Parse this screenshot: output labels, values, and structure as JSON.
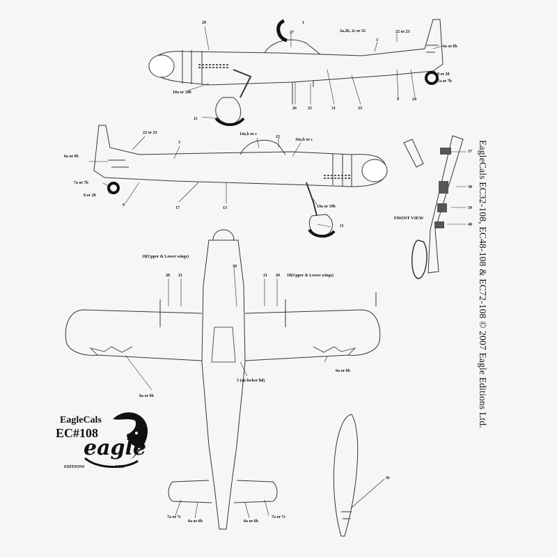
{
  "credit": "EagleCals EC32-108, EC48-108 & EC72-108  © 2007 Eagle Editions Ltd.",
  "logo": {
    "line1": "EagleCals",
    "line2": "EC#108",
    "wordmark": "eagle",
    "sub_left": "EDITIONS",
    "sub_right": "LTD."
  },
  "front_view_label": "FRONT VIEW",
  "callouts": {
    "c1": "1",
    "c29": "29",
    "c27": "27",
    "c2abc": "2a,2b, 2c or 32",
    "c3": "3",
    "c22a": "22 or 23",
    "c6a": "6a or 6b",
    "c8a": "8 or 28",
    "c7a": "7a or 7b",
    "c10": "10a or 10b",
    "c26": "26",
    "c25": "25",
    "c31": "31",
    "c33": "33",
    "c9a": "9",
    "c24": "24",
    "c11a": "11",
    "c22b": "22 or 23",
    "c3b": "3",
    "c14": "14a,b or c",
    "c15": "15",
    "c16": "16a,b or c",
    "c37": "37",
    "c6b": "6a or 6b",
    "c7b": "7a or 7b",
    "c8b": "8 or 28",
    "c9b": "9",
    "c17": "17",
    "c13": "13",
    "c19": "19a or 19b",
    "c11b": "11",
    "c38": "38",
    "c39": "39",
    "c40": "40",
    "c18l": "18(Upper & Lower wings)",
    "c30": "30",
    "c28": "28",
    "c21l": "21",
    "c21r": "21",
    "c20": "20",
    "c18r": "18(Upper & Lower wings)",
    "c5": "5 (on locker lid)",
    "c6c": "6a or 6b",
    "c6d": "6a or 6b",
    "c41": "41",
    "c7c": "7a or 7c",
    "c6e": "6a or 6b",
    "c6f": "6a or 6b",
    "c7d": "7a or 7c"
  }
}
